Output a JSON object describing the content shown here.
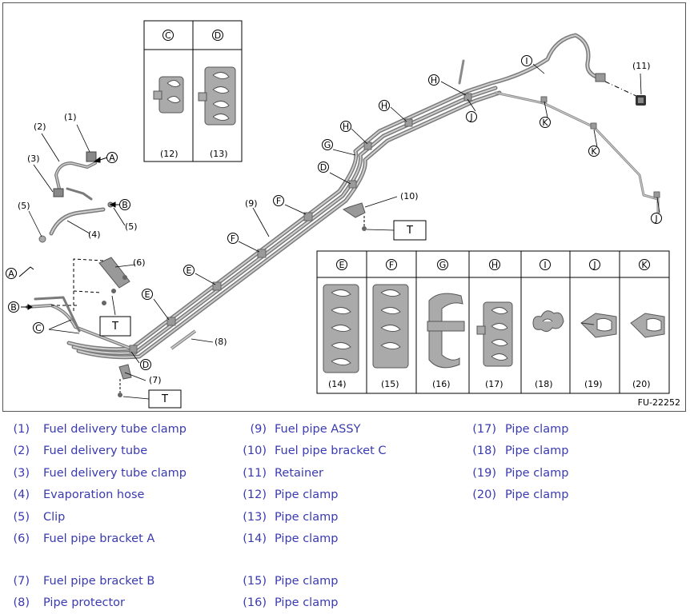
{
  "figure_code": "FU-22252",
  "callouts": {
    "p1": "(1)",
    "p2": "(2)",
    "p3": "(3)",
    "p4": "(4)",
    "p5": "(5)",
    "p5b": "(5)",
    "p6": "(6)",
    "p7": "(7)",
    "p8": "(8)",
    "p9": "(9)",
    "p10": "(10)",
    "p11": "(11)",
    "p12": "(12)",
    "p13": "(13)",
    "p14": "(14)",
    "p15": "(15)",
    "p16": "(16)",
    "p17": "(17)",
    "p18": "(18)",
    "p19": "(19)",
    "p20": "(20)"
  },
  "letters": {
    "A": "A",
    "B": "B",
    "C": "C",
    "D": "D",
    "E": "E",
    "F": "F",
    "G": "G",
    "H": "H",
    "I": "I",
    "J": "J",
    "K": "K"
  },
  "torque_mark": "T",
  "legend": [
    {
      "num": "(1)",
      "label": "Fuel delivery tube clamp"
    },
    {
      "num": "(2)",
      "label": "Fuel delivery tube"
    },
    {
      "num": "(3)",
      "label": "Fuel delivery tube clamp"
    },
    {
      "num": "(4)",
      "label": "Evaporation hose"
    },
    {
      "num": "(5)",
      "label": "Clip"
    },
    {
      "num": "(6)",
      "label": "Fuel pipe bracket A"
    },
    {
      "num": "(7)",
      "label": "Fuel pipe bracket B"
    },
    {
      "num": "(8)",
      "label": "Pipe protector"
    },
    {
      "num": "(9)",
      "label": "Fuel pipe ASSY"
    },
    {
      "num": "(10)",
      "label": "Fuel pipe bracket C"
    },
    {
      "num": "(11)",
      "label": "Retainer"
    },
    {
      "num": "(12)",
      "label": "Pipe clamp"
    },
    {
      "num": "(13)",
      "label": "Pipe clamp"
    },
    {
      "num": "(14)",
      "label": "Pipe clamp"
    },
    {
      "num": "(15)",
      "label": "Pipe clamp"
    },
    {
      "num": "(16)",
      "label": "Pipe clamp"
    },
    {
      "num": "(17)",
      "label": "Pipe clamp"
    },
    {
      "num": "(18)",
      "label": "Pipe clamp"
    },
    {
      "num": "(19)",
      "label": "Pipe clamp"
    },
    {
      "num": "(20)",
      "label": "Pipe clamp"
    }
  ]
}
